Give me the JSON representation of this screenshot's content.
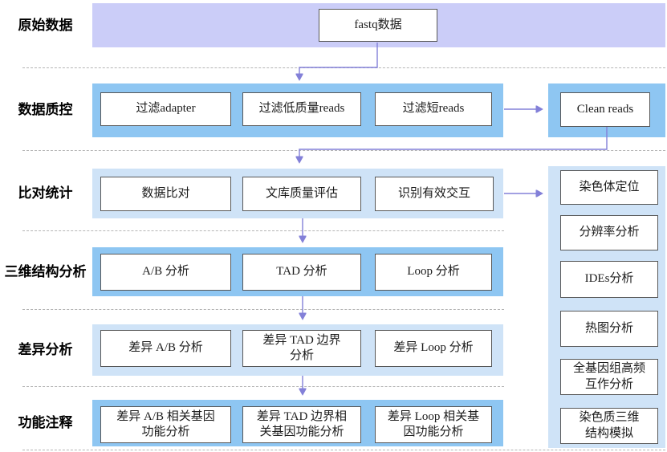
{
  "rows": [
    {
      "label": "原始数据",
      "boxes": {
        "fastq": "fastq数据"
      }
    },
    {
      "label": "数据质控",
      "boxes": {
        "b1": "过滤adapter",
        "b2": "过滤低质量reads",
        "b3": "过滤短reads"
      }
    },
    {
      "label": "比对统计",
      "boxes": {
        "b1": "数据比对",
        "b2": "文库质量评估",
        "b3": "识别有效交互"
      }
    },
    {
      "label": "三维结构分析",
      "boxes": {
        "b1": "A/B 分析",
        "b2": "TAD 分析",
        "b3": "Loop 分析"
      }
    },
    {
      "label": "差异分析",
      "boxes": {
        "b1": "差异 A/B 分析",
        "b2": "差异 TAD 边界\n分析",
        "b3": "差异 Loop 分析"
      }
    },
    {
      "label": "功能注释",
      "boxes": {
        "b1": "差异 A/B 相关基因\n功能分析",
        "b2": "差异 TAD 边界相\n关基因功能分析",
        "b3": "差异 Loop 相关基\n因功能分析"
      }
    }
  ],
  "right_column": {
    "clean_reads": "Clean reads",
    "boxes": {
      "b1": "染色体定位",
      "b2": "分辨率分析",
      "b3": "IDEs分析",
      "b4": "热图分析",
      "b5": "全基因组高频\n互作分析",
      "b6": "染色质三维\n结构模拟"
    }
  },
  "colors": {
    "lavender_band": "#cbcdf8",
    "blue_band": "#8ec6f2",
    "lightblue_band": "#cfe3f7",
    "arrow": "#8380d8",
    "box_border": "#585858",
    "dashed_separator": "#b4b4b4"
  }
}
